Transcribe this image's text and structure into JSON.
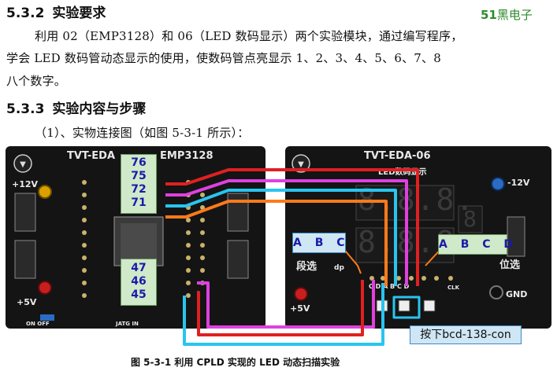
{
  "section_1": {
    "number": "5.3.2",
    "title": "实验要求"
  },
  "brand": {
    "num": "51",
    "text": "黑电子"
  },
  "paragraph_lines": [
    "利用 02（EMP3128）和 06（LED 数码显示）两个实验模块，通过编写程序，",
    "学会 LED 数码管动态显示的使用，使数码管点亮显示 1、2、3、4、5、6、7、8",
    "八个数字。"
  ],
  "section_2": {
    "number": "5.3.3",
    "title": "实验内容与步骤"
  },
  "step_1": "（1）、实物连接图（如图 5-3-1 所示）：",
  "figure": {
    "left_board": {
      "title": "TVT-EDA",
      "title_tail": "EMP3128",
      "plus12": "+12V",
      "plus5": "+5V",
      "on_off": "ON  OFF",
      "jatg": "JATG IN"
    },
    "pins_top": [
      "76",
      "75",
      "72",
      "71"
    ],
    "pins_bottom": [
      "47",
      "46",
      "45"
    ],
    "right_board": {
      "title": "TVT-EDA-06",
      "subtitle": "LED数码显示",
      "plus12": "-12V",
      "seg_sel": "段选",
      "dp": "dp",
      "bit_sel": "位选",
      "gnd": "GND",
      "plus5": "+5V",
      "pins_row": "C  D  A  B  C  D",
      "clk": "CLK",
      "big_digits": "8.8.8.",
      "mid_digits": "8.8.8.",
      "small_digit": "8"
    },
    "tag_abc": "A B C",
    "tag_abcd": "A B C D",
    "note": "按下bcd-138-con",
    "colors": {
      "wire_orange": "#ff7a1a",
      "wire_magenta": "#e040e0",
      "wire_cyan": "#29c4f0",
      "wire_red": "#e02020",
      "pin_text": "#1a1aa8"
    },
    "caption": "图 5-3-1   利用 CPLD 实现的 LED 动态扫描实验"
  }
}
